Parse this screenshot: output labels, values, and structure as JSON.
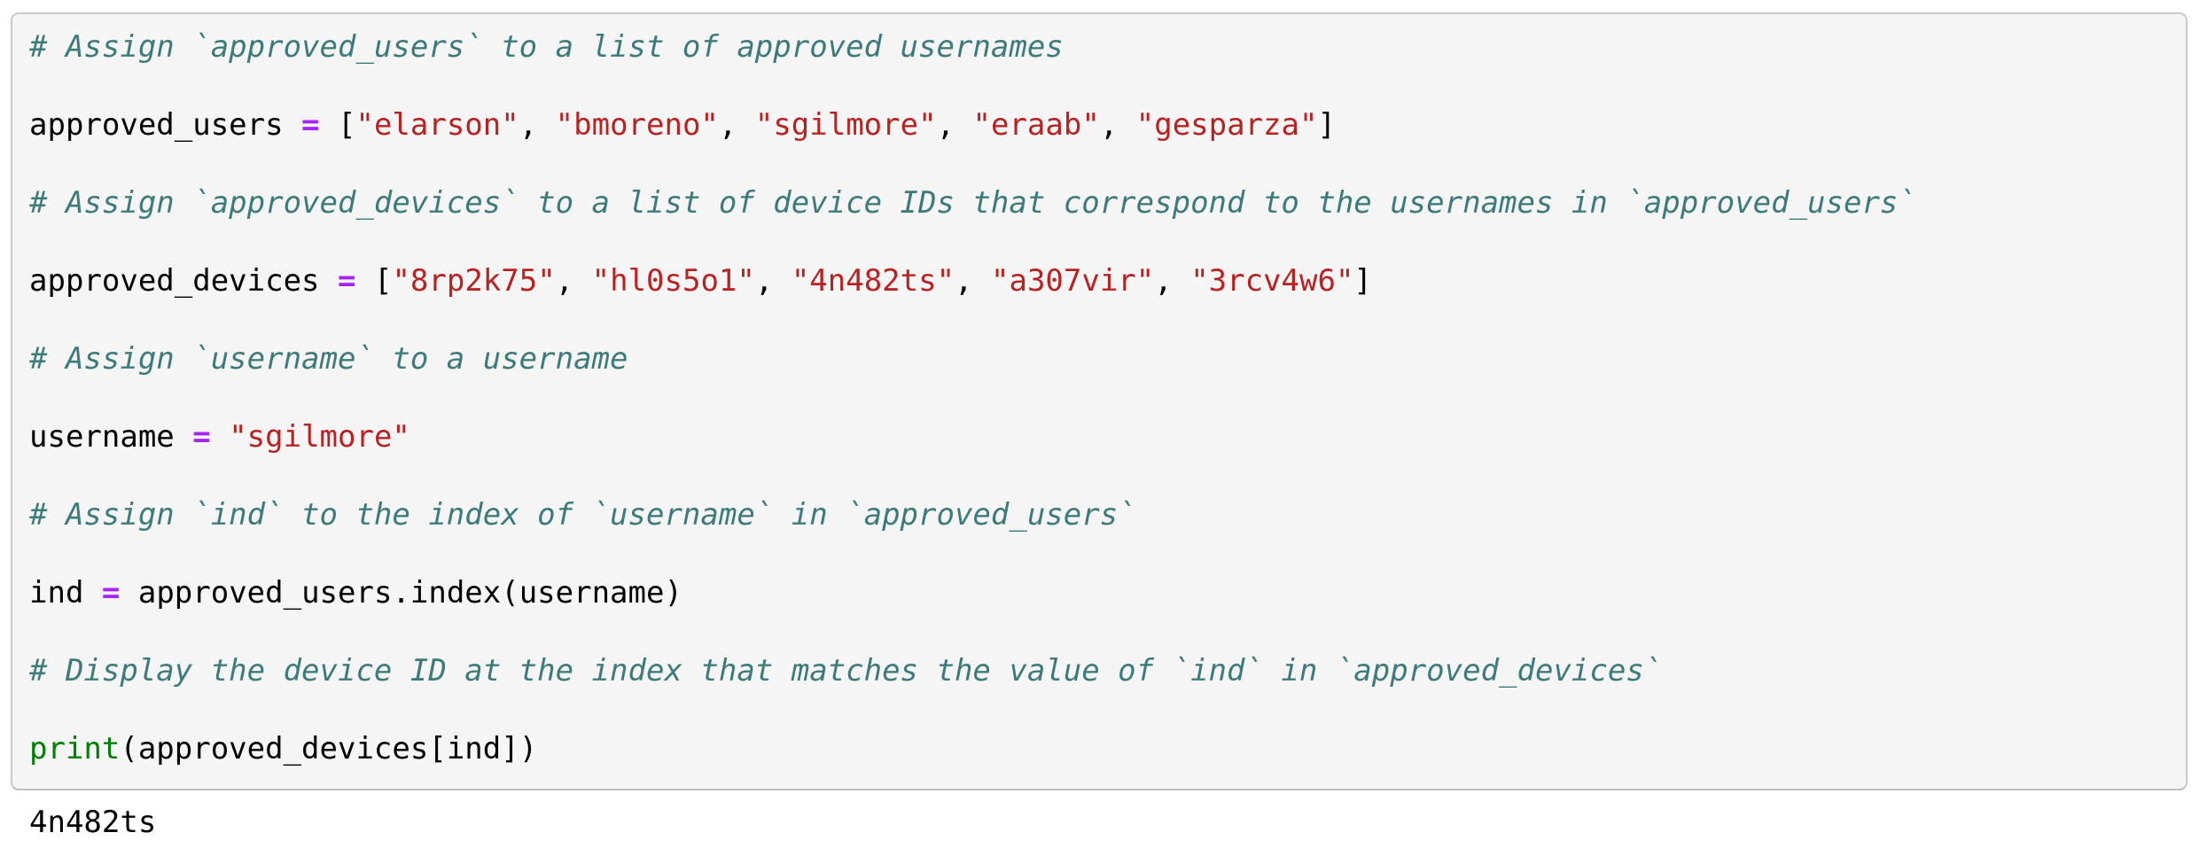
{
  "app": {
    "type": "notebook-code-cell",
    "language": "python"
  },
  "colors": {
    "page_bg": "#ffffff",
    "cell_bg": "#f5f5f5",
    "cell_border": "#c9c9c9",
    "comment": "#3d7b7b",
    "string": "#ba2121",
    "operator": "#aa22ff",
    "builtin": "#008000",
    "code_text": "#000000",
    "output_text": "#000000"
  },
  "code_cell": {
    "lines": [
      [
        {
          "t": "com",
          "s": "# Assign `approved_users` to a list of approved usernames"
        }
      ],
      [],
      [
        {
          "t": "p",
          "s": "approved_users "
        },
        {
          "t": "op",
          "s": "="
        },
        {
          "t": "p",
          "s": " ["
        },
        {
          "t": "str",
          "s": "\"elarson\""
        },
        {
          "t": "p",
          "s": ", "
        },
        {
          "t": "str",
          "s": "\"bmoreno\""
        },
        {
          "t": "p",
          "s": ", "
        },
        {
          "t": "str",
          "s": "\"sgilmore\""
        },
        {
          "t": "p",
          "s": ", "
        },
        {
          "t": "str",
          "s": "\"eraab\""
        },
        {
          "t": "p",
          "s": ", "
        },
        {
          "t": "str",
          "s": "\"gesparza\""
        },
        {
          "t": "p",
          "s": "]"
        }
      ],
      [],
      [
        {
          "t": "com",
          "s": "# Assign `approved_devices` to a list of device IDs that correspond to the usernames in `approved_users`"
        }
      ],
      [],
      [
        {
          "t": "p",
          "s": "approved_devices "
        },
        {
          "t": "op",
          "s": "="
        },
        {
          "t": "p",
          "s": " ["
        },
        {
          "t": "str",
          "s": "\"8rp2k75\""
        },
        {
          "t": "p",
          "s": ", "
        },
        {
          "t": "str",
          "s": "\"hl0s5o1\""
        },
        {
          "t": "p",
          "s": ", "
        },
        {
          "t": "str",
          "s": "\"4n482ts\""
        },
        {
          "t": "p",
          "s": ", "
        },
        {
          "t": "str",
          "s": "\"a307vir\""
        },
        {
          "t": "p",
          "s": ", "
        },
        {
          "t": "str",
          "s": "\"3rcv4w6\""
        },
        {
          "t": "p",
          "s": "]"
        }
      ],
      [],
      [
        {
          "t": "com",
          "s": "# Assign `username` to a username"
        }
      ],
      [],
      [
        {
          "t": "p",
          "s": "username "
        },
        {
          "t": "op",
          "s": "="
        },
        {
          "t": "p",
          "s": " "
        },
        {
          "t": "str",
          "s": "\"sgilmore\""
        }
      ],
      [],
      [
        {
          "t": "com",
          "s": "# Assign `ind` to the index of `username` in `approved_users`"
        }
      ],
      [],
      [
        {
          "t": "p",
          "s": "ind "
        },
        {
          "t": "op",
          "s": "="
        },
        {
          "t": "p",
          "s": " approved_users.index(username)"
        }
      ],
      [],
      [
        {
          "t": "com",
          "s": "# Display the device ID at the index that matches the value of `ind` in `approved_devices`"
        }
      ],
      [],
      [
        {
          "t": "bi",
          "s": "print"
        },
        {
          "t": "p",
          "s": "(approved_devices[ind])"
        }
      ]
    ]
  },
  "output": {
    "text": "4n482ts"
  }
}
